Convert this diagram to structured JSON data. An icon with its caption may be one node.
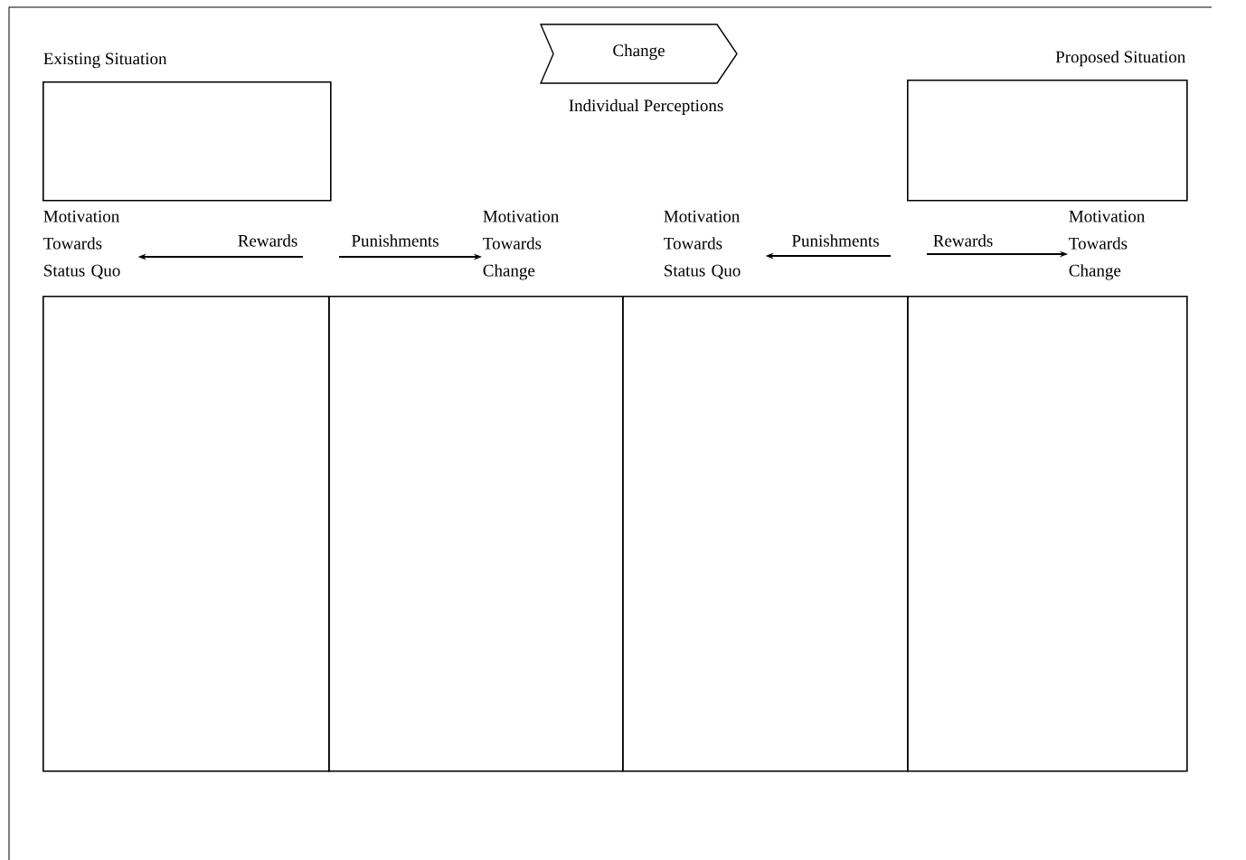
{
  "diagram": {
    "nodes": [
      {
        "text": [
          "Existing Situation"
        ]
      },
      {
        "text": [
          "Change"
        ],
        "beside": [
          "Individual Perceptions"
        ]
      },
      {
        "text": [
          "Proposed Situation"
        ]
      },
      {
        "text": [
          "Motivation Towards Status Quo"
        ]
      },
      {
        "text": [
          "Motivation Towards Change"
        ]
      },
      {
        "text": [
          "Motivation Towards Status Quo"
        ]
      },
      {
        "text": [
          "Motivation Towards Change"
        ]
      },
      {
        "text": [],
        "shape": "box"
      },
      {
        "text": [],
        "shape": "box"
      },
      {
        "text": [],
        "shape": "box"
      },
      {
        "text": [],
        "shape": "box"
      }
    ],
    "edges": [
      {
        "from": null,
        "to": 3,
        "arrow": "to",
        "label": "Rewards"
      },
      {
        "from": null,
        "to": 4,
        "arrow": "to",
        "label": "Punishments"
      },
      {
        "from": null,
        "to": 5,
        "arrow": "to",
        "label": "Punishments"
      },
      {
        "from": null,
        "to": 6,
        "arrow": "to",
        "label": "Rewards"
      }
    ]
  }
}
